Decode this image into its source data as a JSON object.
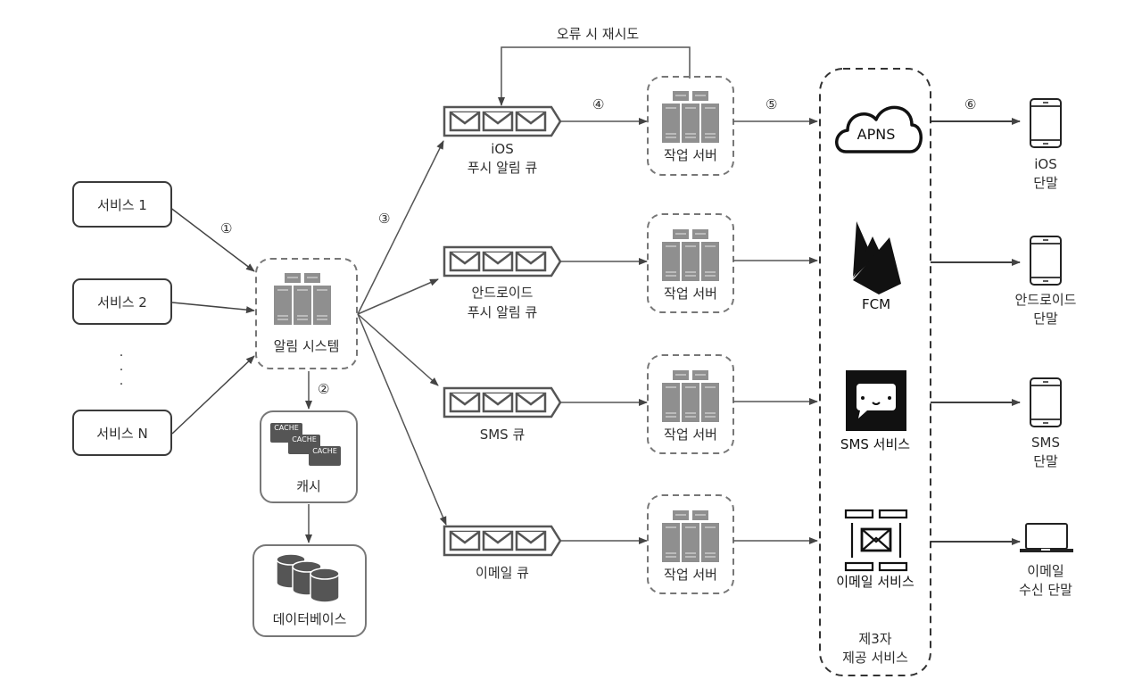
{
  "diagram": {
    "type": "notification-system-architecture",
    "services": [
      "서비스 1",
      "서비스 2",
      "서비스 N"
    ],
    "ellipsis": "·",
    "notification_system": {
      "label": "알림 시스템"
    },
    "cache": {
      "label": "캐시",
      "chips": [
        "CACHE",
        "CACHE",
        "CACHE"
      ]
    },
    "database": {
      "label": "데이터베이스"
    },
    "retry_label": "오류 시 재시도",
    "steps": [
      "①",
      "②",
      "③",
      "④",
      "⑤",
      "⑥"
    ],
    "queues": [
      {
        "line1": "iOS",
        "line2": "푸시 알림 큐"
      },
      {
        "line1": "안드로이드",
        "line2": "푸시 알림 큐"
      },
      {
        "line1": "SMS 큐",
        "line2": ""
      },
      {
        "line1": "이메일 큐",
        "line2": ""
      }
    ],
    "workers": [
      "작업 서버",
      "작업 서버",
      "작업 서버",
      "작업 서버"
    ],
    "third_party": {
      "group_label_line1": "제3자",
      "group_label_line2": "제공 서비스",
      "providers": [
        {
          "label": "APNS",
          "icon": "cloud-icon"
        },
        {
          "label": "FCM",
          "icon": "firebase-icon"
        },
        {
          "label": "SMS 서비스",
          "icon": "chat-bubble-icon"
        },
        {
          "label": "이메일 서비스",
          "icon": "email-service-icon"
        }
      ]
    },
    "devices": [
      {
        "line1": "iOS",
        "line2": "단말",
        "icon": "phone-icon"
      },
      {
        "line1": "안드로이드",
        "line2": "단말",
        "icon": "phone-icon"
      },
      {
        "line1": "SMS",
        "line2": "단말",
        "icon": "phone-icon"
      },
      {
        "line1": "이메일",
        "line2": "수신 단말",
        "icon": "laptop-icon"
      }
    ]
  },
  "colors": {
    "stroke": "#3a3a3a",
    "server_gray": "#8f8f8f",
    "dashed": "#777777",
    "dark_icon": "#111111"
  }
}
